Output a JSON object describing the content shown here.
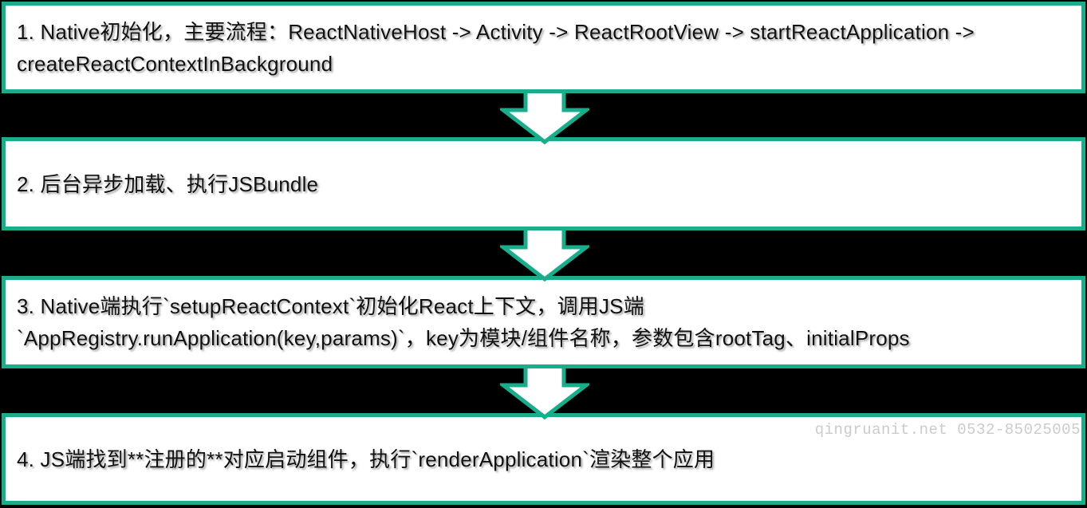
{
  "diagram": {
    "type": "flowchart-vertical",
    "steps": [
      {
        "id": 1,
        "text": "1. Native初始化，主要流程：ReactNativeHost -> Activity -> ReactRootView -> startReactApplication -> createReactContextInBackground"
      },
      {
        "id": 2,
        "text": "2. 后台异步加载、执行JSBundle"
      },
      {
        "id": 3,
        "text": "3. Native端执行`setupReactContext`初始化React上下文，调用JS端 `AppRegistry.runApplication(key,params)`，key为模块/组件名称，参数包含rootTag、initialProps"
      },
      {
        "id": 4,
        "text": "4. JS端找到**注册的**对应启动组件，执行`renderApplication`渲染整个应用"
      }
    ],
    "connectors": [
      {
        "from": 1,
        "to": 2,
        "shape": "block-arrow-down"
      },
      {
        "from": 2,
        "to": 3,
        "shape": "block-arrow-down"
      },
      {
        "from": 3,
        "to": 4,
        "shape": "block-arrow-down"
      }
    ],
    "watermark": "qingruanit.net 0532-85025005",
    "colors": {
      "accent": "#19AE8B",
      "background": "#000000",
      "box_fill": "#FFFFFF",
      "text": "#111111",
      "watermark": "#CBCBCB"
    }
  }
}
